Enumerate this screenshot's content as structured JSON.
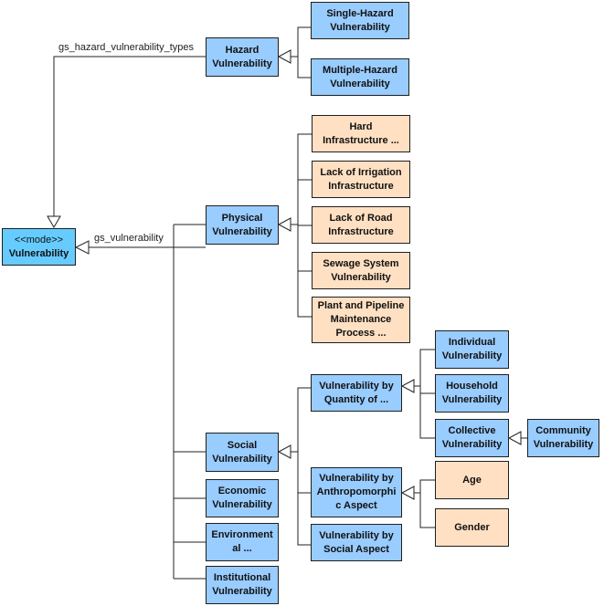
{
  "root": {
    "stereotype": "<<mode>>",
    "name": "Vulnerability"
  },
  "edge_labels": {
    "hazard_types": "gs_hazard_vulnerability_types",
    "vulnerability": "gs_vulnerability"
  },
  "hazard": {
    "name": "Hazard\nVulnerability",
    "children": [
      "Single-Hazard\nVulnerability",
      "Multiple-Hazard\nVulnerability"
    ]
  },
  "physical": {
    "name": "Physical\nVulnerability",
    "children": [
      "Hard\nInfrastructure ...",
      "Lack of Irrigation\nInfrastructure",
      "Lack of Road\nInfrastructure",
      "Sewage System\nVulnerability",
      "Plant and Pipeline\nMaintenance\nProcess ..."
    ]
  },
  "social": {
    "name": "Social\nVulnerability",
    "quantity": {
      "name": "Vulnerability by\nQuantity of ...",
      "children": [
        "Individual\nVulnerability",
        "Household\nVulnerability",
        "Collective\nVulnerability"
      ],
      "community": "Community\nVulnerability"
    },
    "anthropomorphic": {
      "name": "Vulnerability by\nAnthropomorphi\nc Aspect",
      "children": [
        "Age",
        "Gender"
      ]
    },
    "social_aspect": "Vulnerability by\nSocial Aspect"
  },
  "economic": "Economic\nVulnerability",
  "environmental": "Environment\nal ...",
  "institutional": "Institutional\nVulnerability"
}
